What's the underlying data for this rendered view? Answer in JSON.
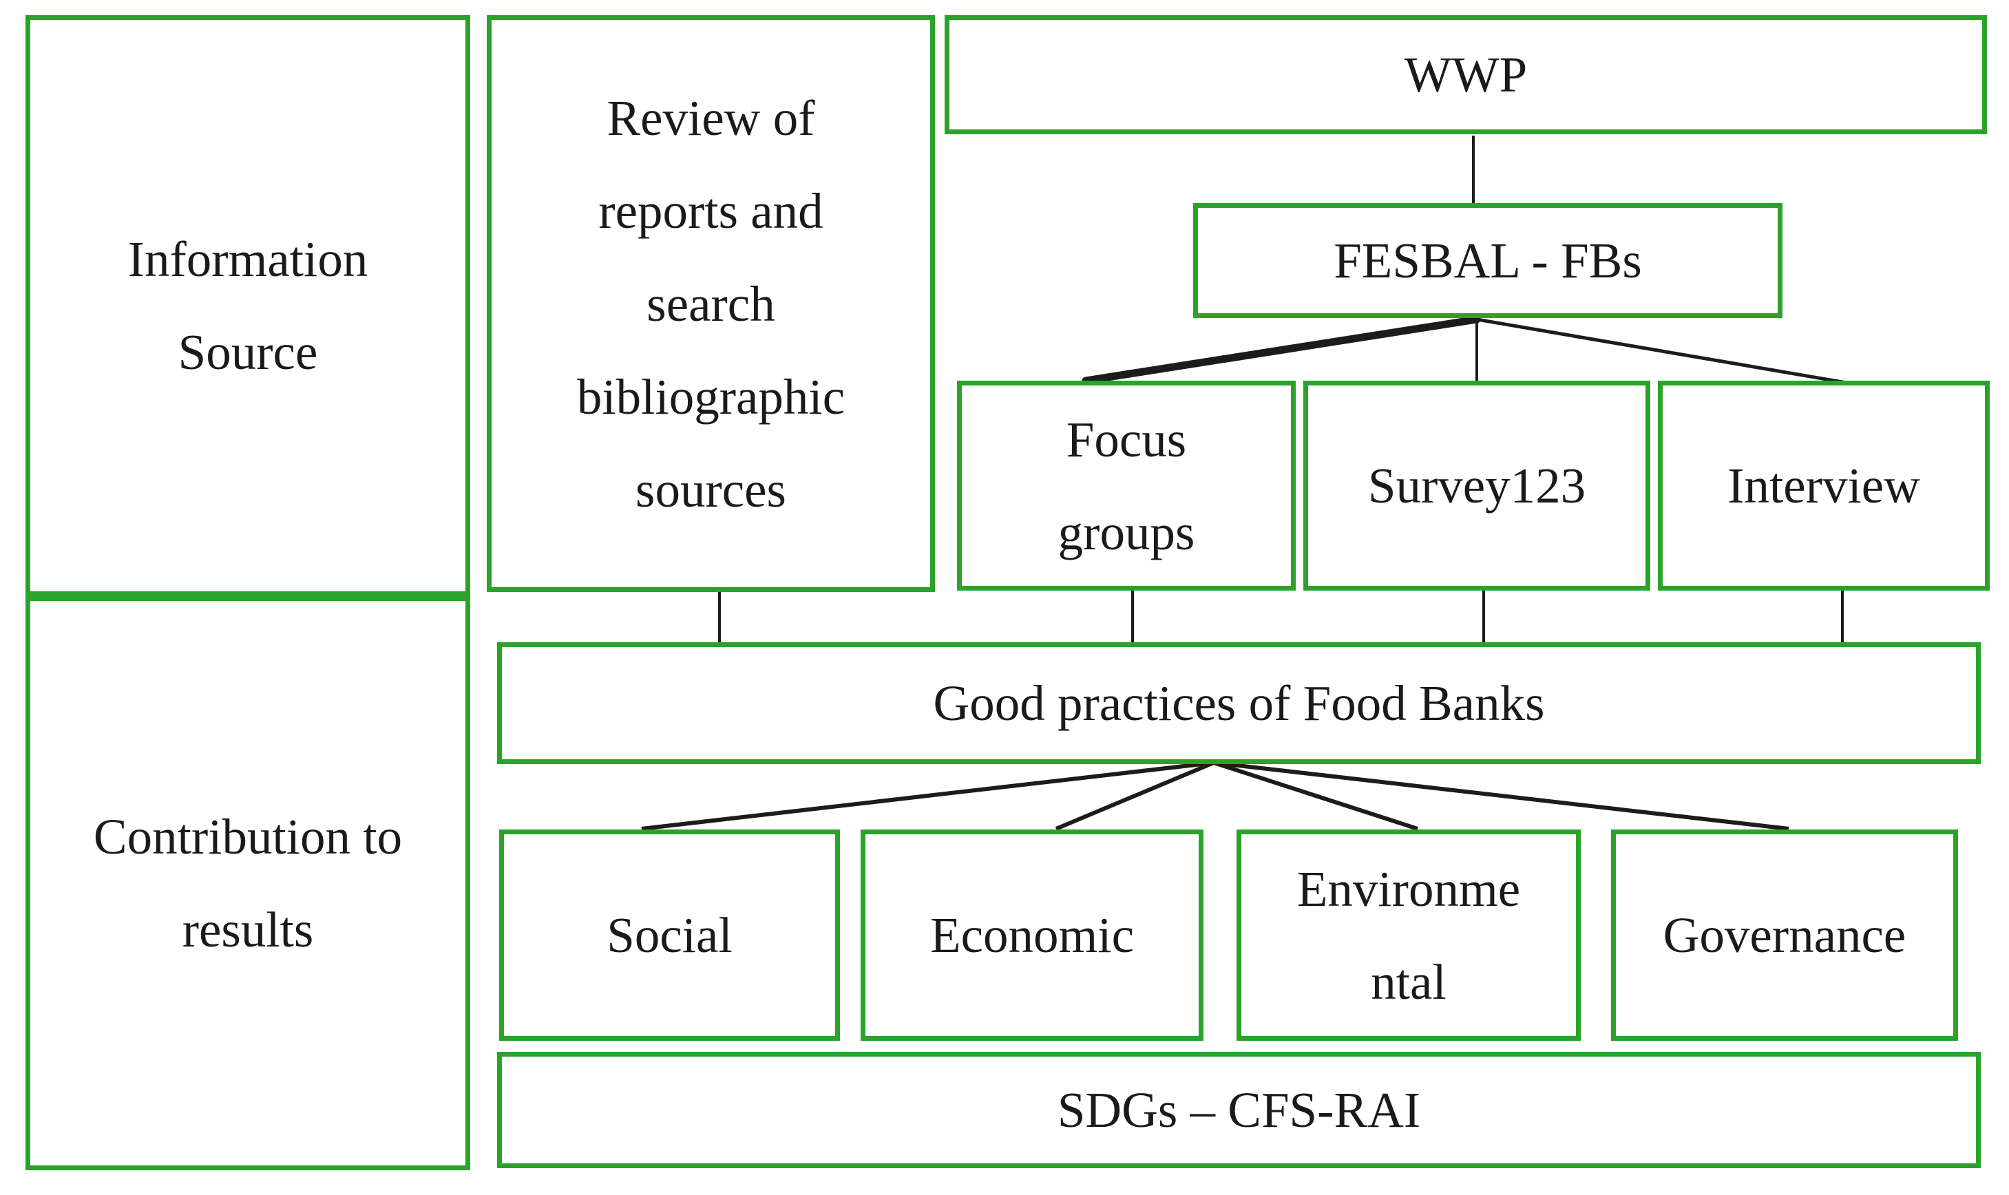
{
  "figure": {
    "title_semantic": "Information sources and contribution to results flow diagram",
    "colors": {
      "accent-green": "#2BA32B",
      "connector": "#1C1C1C",
      "background": "#FFFFFF",
      "text": "#1A1A1A"
    },
    "boxes": {
      "information_source": {
        "lines": [
          "Information",
          "Source"
        ]
      },
      "contribution_to_results": {
        "lines": [
          "Contribution to",
          "results"
        ]
      },
      "review": {
        "lines": [
          "Review of",
          "reports and",
          "search",
          "bibliographic",
          "sources"
        ]
      },
      "wwp": {
        "label": "WWP"
      },
      "fesbal": {
        "label": "FESBAL - FBs"
      },
      "focus_groups": {
        "lines": [
          "Focus",
          "groups"
        ]
      },
      "survey123": {
        "label": "Survey123"
      },
      "interview": {
        "label": "Interview"
      },
      "good_practices": {
        "label": "Good practices of Food Banks"
      },
      "social": {
        "label": "Social"
      },
      "economic": {
        "label": "Economic"
      },
      "environmental": {
        "lines": [
          "Environme",
          "ntal"
        ]
      },
      "governance": {
        "label": "Governance"
      },
      "sdgs": {
        "label": "SDGs – CFS-RAI"
      }
    }
  }
}
